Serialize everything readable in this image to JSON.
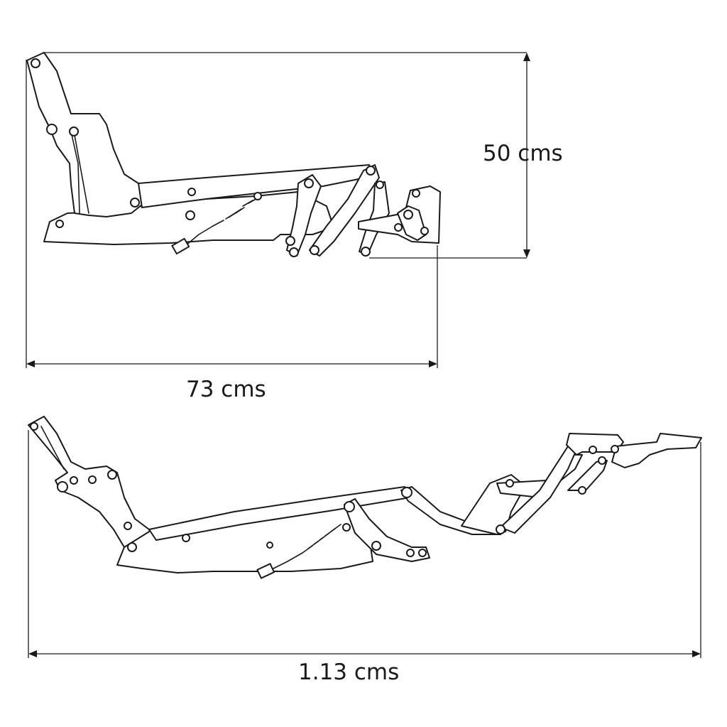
{
  "dimensions": {
    "height_closed": "50 cms",
    "width_closed": "73 cms",
    "width_open": "1.13 cms"
  }
}
